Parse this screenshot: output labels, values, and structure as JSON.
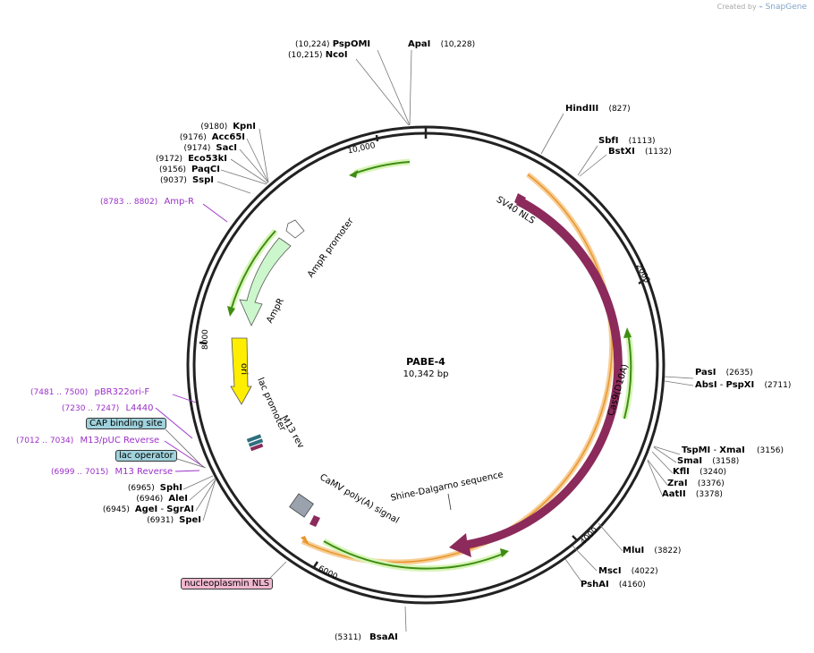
{
  "credit": {
    "prefix": "Created by",
    "brand": "SnapGene"
  },
  "plasmid": {
    "name": "PABE-4",
    "length": "10,342 bp"
  },
  "ticks": [
    "10,000",
    "2000",
    "4000",
    "6000",
    "8000"
  ],
  "features": {
    "sv40_nls": "SV40 NLS",
    "cas9": "Cas9(D10A)",
    "shine": "Shine-Dalgarno sequence",
    "camv": "CaMV poly(A) signal",
    "ampr_promoter": "AmpR promoter",
    "ampr": "AmpR",
    "ori": "ori",
    "lac_promoter": "lac promoter",
    "m13rev": "M13 rev"
  },
  "sites": {
    "pspomi": {
      "name": "PspOMI",
      "pos": "(10,224)"
    },
    "ncoi": {
      "name": "NcoI",
      "pos": "(10,215)"
    },
    "apai": {
      "name": "ApaI",
      "pos": "(10,228)"
    },
    "hindiii": {
      "name": "HindIII",
      "pos": "(827)"
    },
    "sbfi": {
      "name": "SbfI",
      "pos": "(1113)"
    },
    "bstxi": {
      "name": "BstXI",
      "pos": "(1132)"
    },
    "pasi": {
      "name": "PasI",
      "pos": "(2635)"
    },
    "absi": {
      "name": "AbsI",
      "sep": " - ",
      "name2": "PspXI",
      "pos": "(2711)"
    },
    "tspmi": {
      "name": "TspMI",
      "sep": " - ",
      "name2": "XmaI",
      "pos": "(3156)"
    },
    "smai": {
      "name": "SmaI",
      "pos": "(3158)"
    },
    "kfli": {
      "name": "KflI",
      "pos": "(3240)"
    },
    "zrai": {
      "name": "ZraI",
      "pos": "(3376)"
    },
    "aatii": {
      "name": "AatII",
      "pos": "(3378)"
    },
    "mlui": {
      "name": "MluI",
      "pos": "(3822)"
    },
    "msci": {
      "name": "MscI",
      "pos": "(4022)"
    },
    "pshai": {
      "name": "PshAI",
      "pos": "(4160)"
    },
    "bsaai": {
      "name": "BsaAI",
      "pos": "(5311)"
    },
    "kpni": {
      "name": "KpnI",
      "pos": "(9180)"
    },
    "acc65i": {
      "name": "Acc65I",
      "pos": "(9176)"
    },
    "saci": {
      "name": "SacI",
      "pos": "(9174)"
    },
    "eco53ki": {
      "name": "Eco53kI",
      "pos": "(9172)"
    },
    "paqci": {
      "name": "PaqCI",
      "pos": "(9156)"
    },
    "sspi": {
      "name": "SspI",
      "pos": "(9037)"
    },
    "sphi": {
      "name": "SphI",
      "pos": "(6965)"
    },
    "alei": {
      "name": "AleI",
      "pos": "(6946)"
    },
    "agei": {
      "name": "AgeI",
      "sep": " - ",
      "name2": "SgrAI",
      "pos": "(6945)"
    },
    "spei": {
      "name": "SpeI",
      "pos": "(6931)"
    }
  },
  "primers": {
    "ampr": {
      "range": "(8783 .. 8802)",
      "name": "Amp-R"
    },
    "pbr322": {
      "range": "(7481 .. 7500)",
      "name": "pBR322ori-F"
    },
    "l4440": {
      "range": "(7230 .. 7247)",
      "name": "L4440"
    },
    "m13puc": {
      "range": "(7012 .. 7034)",
      "name": "M13/pUC Reverse"
    },
    "m13rev": {
      "range": "(6999 .. 7015)",
      "name": "M13 Reverse"
    }
  },
  "boxed_features": {
    "cap": "CAP binding site",
    "lac_operator": "lac operator",
    "nucleoplasmin": "nucleoplasmin NLS"
  },
  "colors": {
    "backbone": "#222222",
    "cas9": "#8b2a5b",
    "green_orf": "#4a9a1a",
    "green_halo": "#d7f5b8",
    "orange_halo": "#f3b25a",
    "ori": "#ffee00",
    "ampr": "#ccf7cc",
    "primer": "#9b30c8",
    "cap_box": "#9fd2dc",
    "nuc_box": "#f0b8cf",
    "camv": "#9aa3ad"
  }
}
